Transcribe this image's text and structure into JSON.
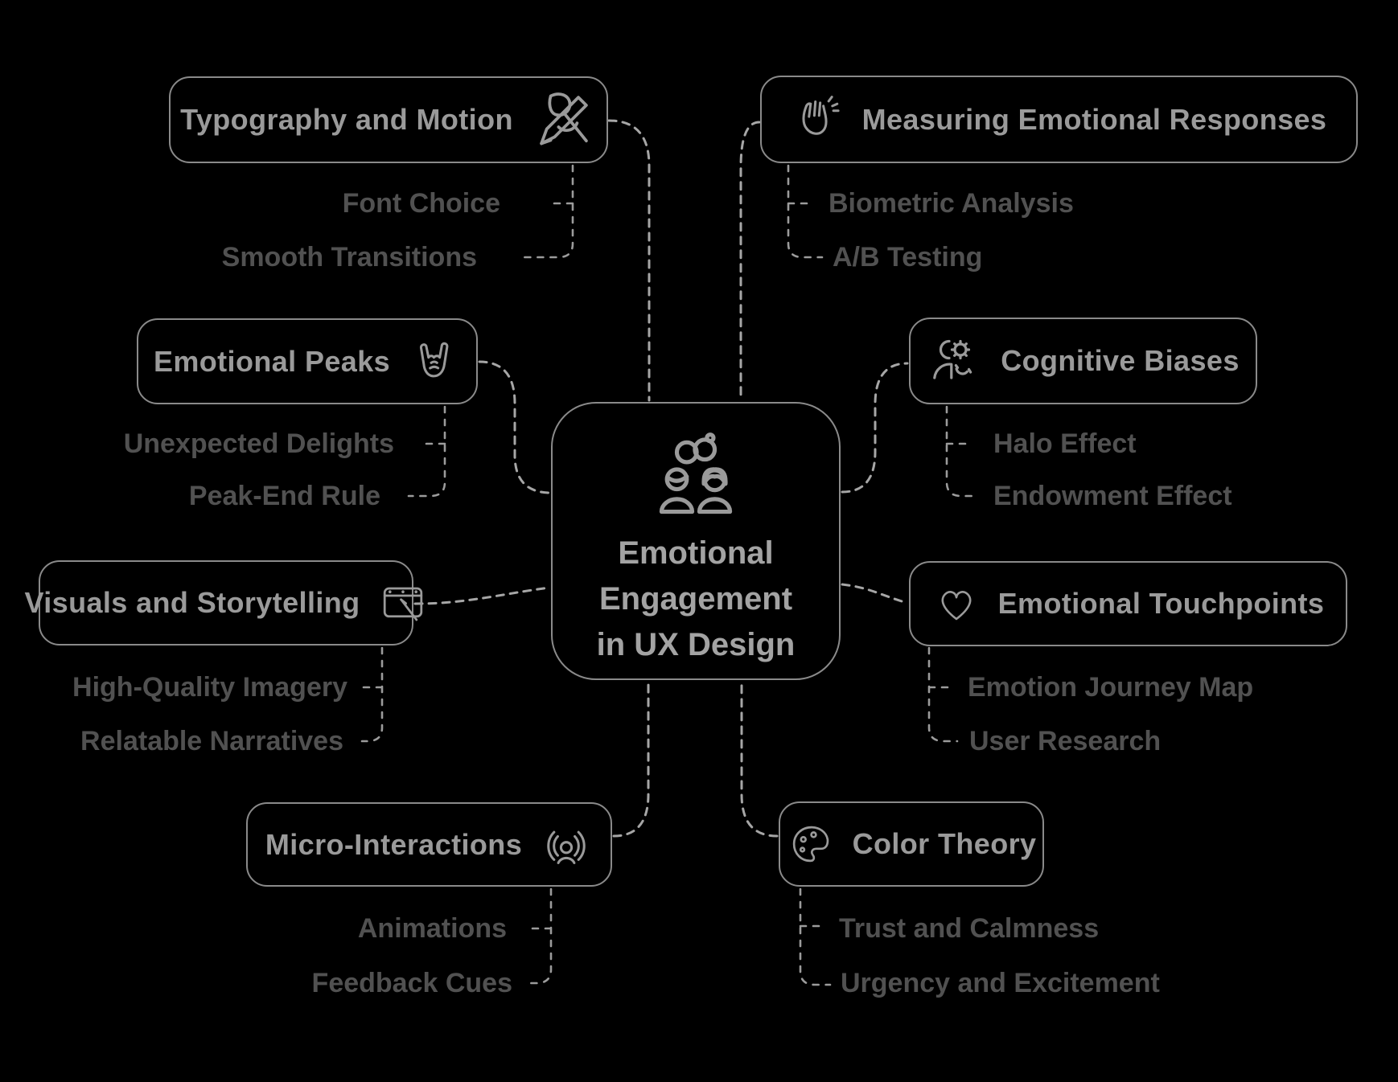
{
  "diagram_title": "Emotional Engagement in UX Design",
  "center": {
    "lines": [
      "Emotional",
      "Engagement",
      "in UX Design"
    ],
    "icon": "couple-rings-icon"
  },
  "colors": {
    "background": "#000000",
    "box_border": "#8a8a8a",
    "title_text": "#9a9a9a",
    "center_text": "#a3a3a3",
    "sub_text": "#515151",
    "main_connector": "#a6a6a6",
    "sub_connector": "#9b9b9b"
  },
  "branches": [
    {
      "id": "typography",
      "title": "Typography and Motion",
      "icon": "pen-motion-icon",
      "icon_side": "right",
      "children": [
        "Font Choice",
        "Smooth Transitions"
      ]
    },
    {
      "id": "peaks",
      "title": "Emotional Peaks",
      "icon": "rock-hand-icon",
      "icon_side": "right",
      "children": [
        "Unexpected Delights",
        "Peak-End Rule"
      ]
    },
    {
      "id": "visuals",
      "title": "Visuals and Storytelling",
      "icon": "drawing-tablet-icon",
      "icon_side": "right",
      "children": [
        "High-Quality Imagery",
        "Relatable Narratives"
      ]
    },
    {
      "id": "micro",
      "title": "Micro-Interactions",
      "icon": "podcast-icon",
      "icon_side": "right",
      "children": [
        "Animations",
        "Feedback Cues"
      ]
    },
    {
      "id": "measuring",
      "title": "Measuring Emotional Responses",
      "icon": "clapping-hands-icon",
      "icon_side": "left",
      "children": [
        "Biometric Analysis",
        "A/B Testing"
      ]
    },
    {
      "id": "cognitive",
      "title": "Cognitive Biases",
      "icon": "mind-gears-icon",
      "icon_side": "left",
      "children": [
        "Halo Effect",
        "Endowment Effect"
      ]
    },
    {
      "id": "touchpoints",
      "title": "Emotional Touchpoints",
      "icon": "heart-icon",
      "icon_side": "left",
      "children": [
        "Emotion Journey Map",
        "User Research"
      ]
    },
    {
      "id": "color",
      "title": "Color Theory",
      "icon": "palette-icon",
      "icon_side": "left",
      "children": [
        "Trust and Calmness",
        "Urgency and Excitement"
      ]
    }
  ]
}
